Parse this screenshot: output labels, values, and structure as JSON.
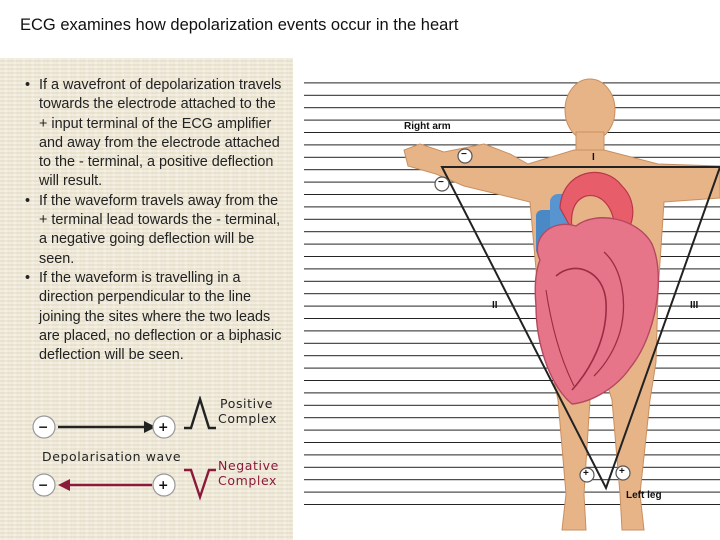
{
  "title": "ECG examines how depolarization events occur in the heart",
  "bullets": [
    "If a wavefront of depolarization travels towards the electrode attached to the + input terminal of the ECG amplifier and away from the electrode attached to the - terminal, a positive deflection will result.",
    "If the waveform travels away from the + terminal lead towards the - terminal, a negative going deflection will be seen.",
    "If the waveform is travelling in a direction perpendicular to the line joining the sites where the two leads are placed, no deflection or a biphasic deflection will be seen."
  ],
  "bullet_marker": "•",
  "legend": {
    "positive_label_line1": "Positive",
    "positive_label_line2": "Complex",
    "negative_label_line1": "Negative",
    "negative_label_line2": "Complex",
    "wave_label": "Depolarisation wave",
    "minus": "−",
    "plus": "+",
    "positive_color": "#222222",
    "negative_color": "#8b1a3a"
  },
  "diagram": {
    "right_arm": "Right arm",
    "left_leg": "Left leg",
    "lead_i": "I",
    "lead_ii": "II",
    "lead_iii": "III",
    "minus": "−",
    "plus": "+"
  }
}
